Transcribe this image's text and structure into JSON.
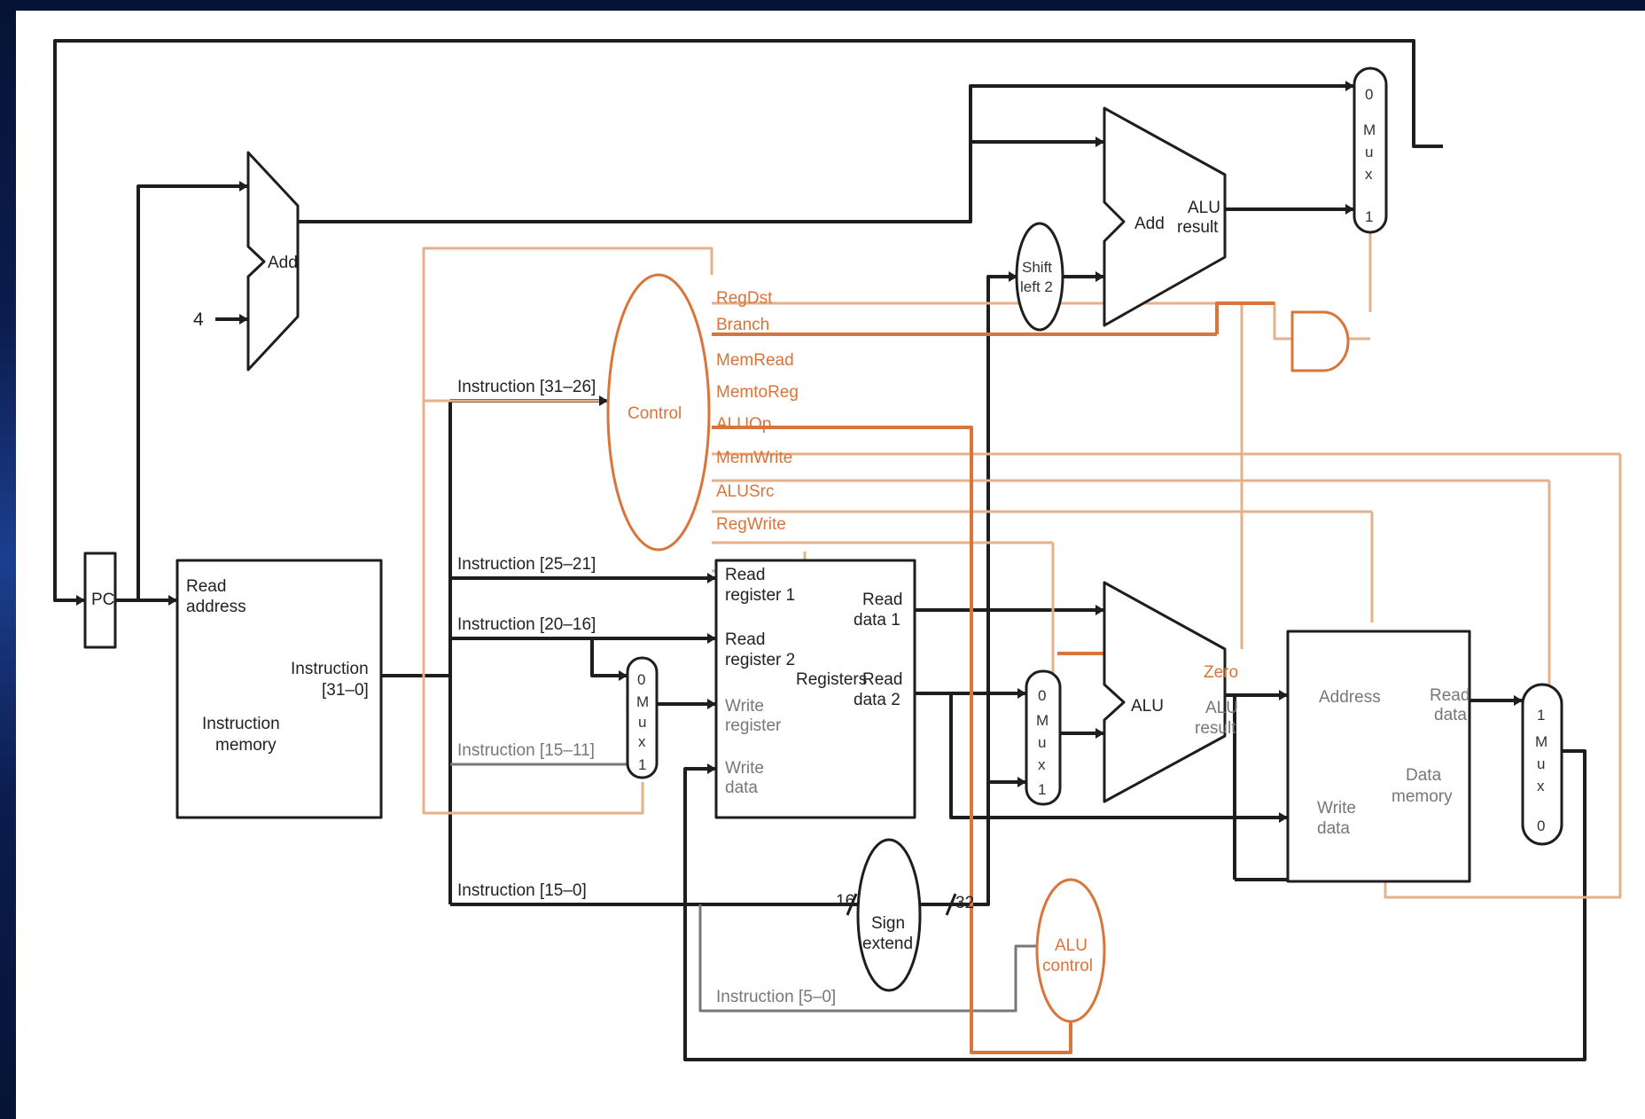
{
  "diagram": {
    "pc": "PC",
    "four": "4",
    "add_top": "Add",
    "add_branch": "Add",
    "alu_result_branch_1": "ALU",
    "alu_result_branch_2": "result",
    "shift_1": "Shift",
    "shift_2": "left 2",
    "control": "Control",
    "control_signals": [
      "RegDst",
      "Branch",
      "MemRead",
      "MemtoReg",
      "ALUOp",
      "MemWrite",
      "ALUSrc",
      "RegWrite"
    ],
    "instruction_fields": [
      "Instruction [31–26]",
      "Instruction [25–21]",
      "Instruction [20–16]",
      "Instruction [15–11]",
      "Instruction [15–0]",
      "Instruction [5–0]"
    ],
    "imem": {
      "read": "Read",
      "address": "address",
      "instr": "Instruction",
      "range": "[31–0]",
      "name1": "Instruction",
      "name2": "memory"
    },
    "regs": {
      "rr1a": "Read",
      "rr1b": "register 1",
      "rr2a": "Read",
      "rr2b": "register 2",
      "wra": "Write",
      "wrb": "register",
      "wda": "Write",
      "wdb": "data",
      "rd1a": "Read",
      "rd1b": "data 1",
      "rd2a": "Read",
      "rd2b": "data 2",
      "name": "Registers"
    },
    "mux_regdst": [
      "0",
      "M",
      "u",
      "x",
      "1"
    ],
    "mux_alusrc": [
      "0",
      "M",
      "u",
      "x",
      "1"
    ],
    "mux_pc": [
      "0",
      "M",
      "u",
      "x",
      "1"
    ],
    "mux_wb": [
      "1",
      "M",
      "u",
      "x",
      "0"
    ],
    "alu": {
      "name": "ALU",
      "zero": "Zero",
      "res1": "ALU",
      "res2": "result"
    },
    "sign": {
      "a": "Sign",
      "b": "extend",
      "in_bits": "16",
      "out_bits": "32"
    },
    "aluctl": {
      "a": "ALU",
      "b": "control"
    },
    "dmem": {
      "address": "Address",
      "wda": "Write",
      "wdb": "data",
      "rda": "Read",
      "rdb": "data",
      "name1": "Data",
      "name2": "memory"
    }
  },
  "colors": {
    "wire": "#1e1e1e",
    "control": "#d9743a",
    "control_light": "#e6b08a",
    "faint": "#777777"
  }
}
